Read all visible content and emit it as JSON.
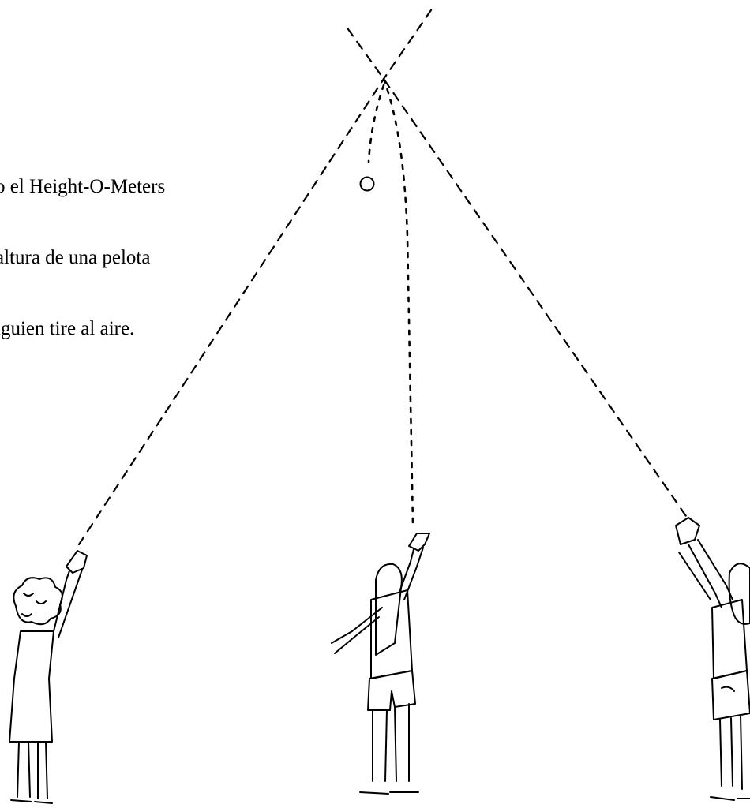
{
  "caption": {
    "line1": "o el Height-O-Meters",
    "line2": "altura de una pelota",
    "line3": "lguien tire al aire."
  },
  "illustration": {
    "figures": [
      "child-left",
      "child-center",
      "child-right"
    ],
    "ball_icon": "ball-icon"
  }
}
